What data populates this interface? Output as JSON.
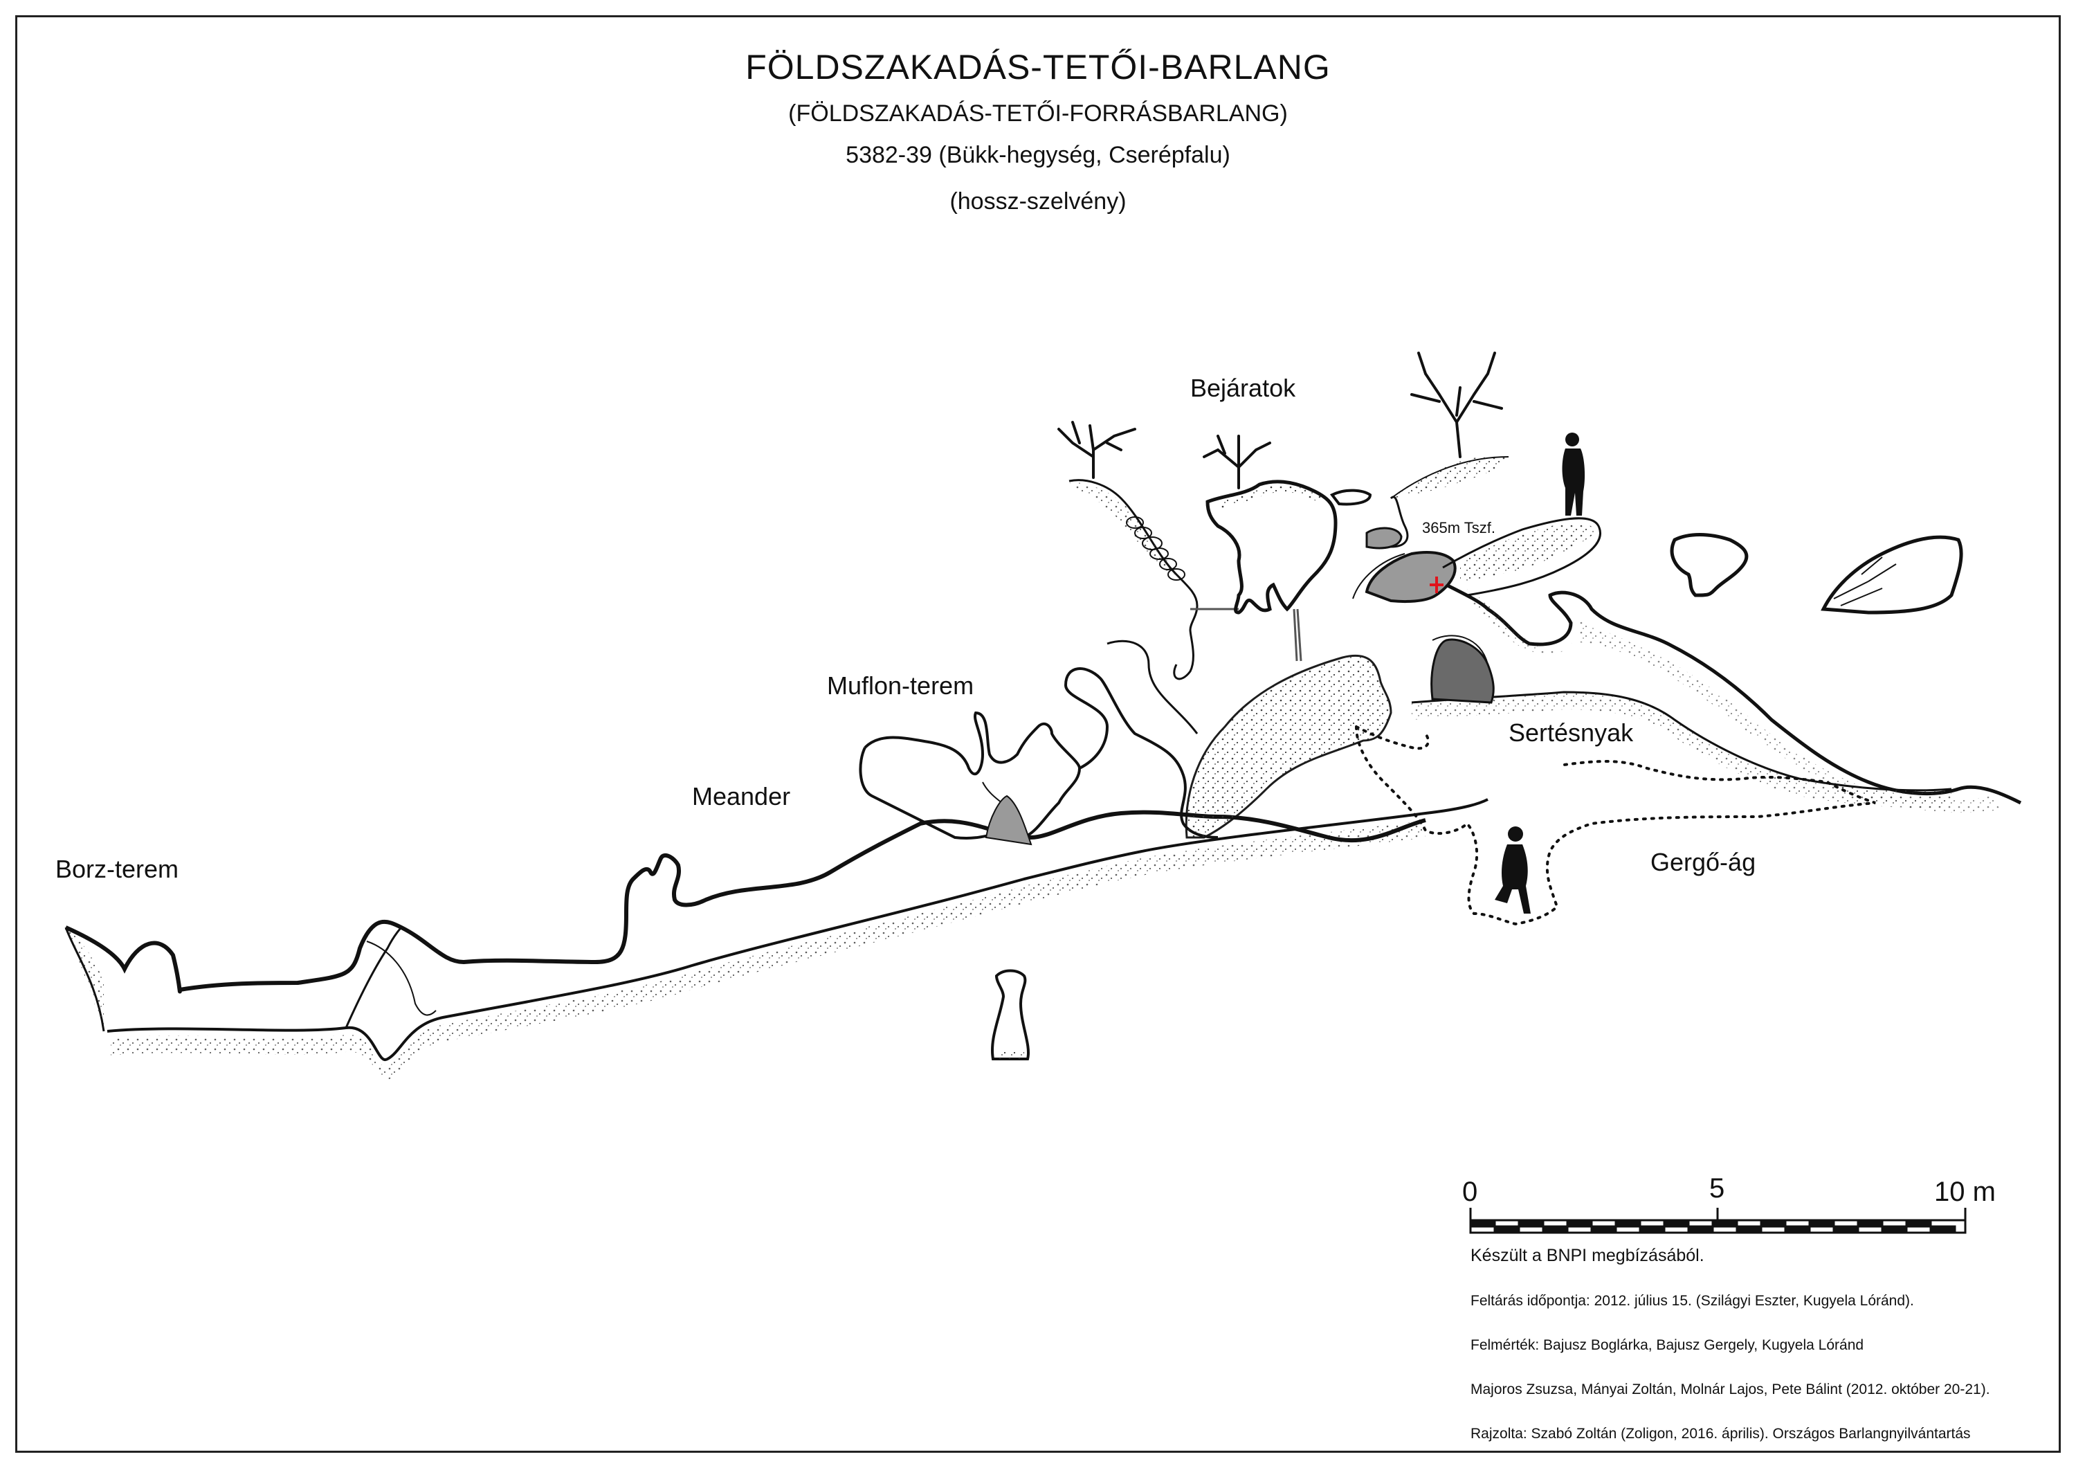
{
  "title": {
    "main": "FÖLDSZAKADÁS-TETŐI-BARLANG",
    "alt": "(FÖLDSZAKADÁS-TETŐI-FORRÁSBARLANG)",
    "id_location": "5382-39 (Bükk-hegység, Cserépfalu)",
    "section_type": "(hossz-szelvény)"
  },
  "labels": {
    "entrances": "Bejáratok",
    "muflon": "Muflon-terem",
    "meander": "Meander",
    "borz": "Borz-terem",
    "sertesnyak": "Sertésnyak",
    "gergo": "Gergő-ág",
    "elevation": "365m Tszf."
  },
  "scale": {
    "tick_0": "0",
    "tick_5": "5",
    "tick_10": "10 m"
  },
  "credits": {
    "line0": "Készült a BNPI megbízásából.",
    "line1": "Feltárás időpontja: 2012. július 15. (Szilágyi Eszter, Kugyela Lóránd).",
    "line2": "Felmérték: Bajusz Boglárka, Bajusz Gergely, Kugyela Lóránd",
    "line3": "Majoros Zsuzsa, Mányai Zoltán, Molnár Lajos, Pete Bálint (2012. október 20-21).",
    "line4": "Rajzolta: Szabó Zoltán (Zoligon, 2016. április). Országos Barlangnyilvántartás"
  },
  "colors": {
    "ink": "#111111",
    "rock_fill": "#9a9a9a",
    "dark_fill": "#6a6a6a",
    "datum_marker": "#e0141c"
  },
  "icons": [
    "tree-icon",
    "person-standing-icon",
    "person-climbing-icon",
    "datum-cross-icon"
  ]
}
